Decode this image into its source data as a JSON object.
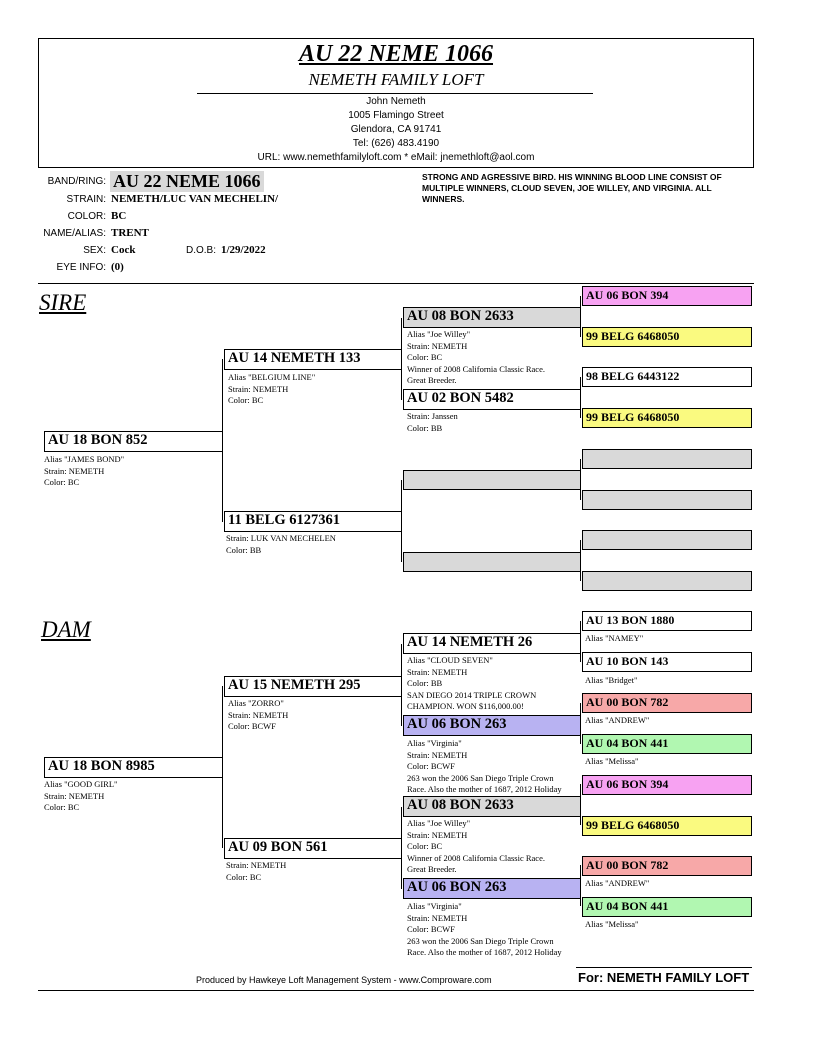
{
  "header": {
    "band": "AU 22 NEME 1066",
    "loft": "NEMETH FAMILY LOFT",
    "owner": "John Nemeth",
    "street": "1005 Flamingo Street",
    "city": "Glendora, CA 91741",
    "tel": "Tel: (626) 483.4190",
    "url_line": "URL: www.nemethfamilyloft.com * eMail: jnemethloft@aol.com"
  },
  "info": {
    "band_label": "BAND/RING:",
    "band_value": "AU 22 NEME 1066",
    "strain_label": "STRAIN:",
    "strain_value": "NEMETH/LUC VAN MECHELIN/",
    "color_label": "COLOR:",
    "color_value": "BC",
    "name_label": "NAME/ALIAS:",
    "name_value": "TRENT",
    "sex_label": "SEX:",
    "sex_value": "Cock",
    "dob_label": "D.O.B:",
    "dob_value": "1/29/2022",
    "eye_label": "EYE INFO:",
    "eye_value": "(0)",
    "notes": "STRONG AND AGRESSIVE BIRD. HIS WINNING BLOOD LINE CONSIST OF MULTIPLE WINNERS, CLOUD SEVEN, JOE WILLEY, AND VIRGINIA. ALL WINNERS."
  },
  "sections": {
    "sire": "SIRE",
    "dam": "DAM"
  },
  "sire": {
    "band": "AU 18 BON 852",
    "alias": "Alias \"JAMES BOND\"",
    "strain": "Strain: NEMETH",
    "color": "Color: BC",
    "sire": {
      "band": "AU 14 NEMETH 133",
      "alias": "Alias \"BELGIUM LINE\"",
      "strain": "Strain: NEMETH",
      "color": "Color: BC"
    },
    "dam": {
      "band": "11 BELG 6127361",
      "strain": "Strain: LUK VAN MECHELEN",
      "color": "Color: BB"
    },
    "ss": {
      "band": "AU 08 BON 2633",
      "alias": "Alias \"Joe Willey\"",
      "strain": "Strain: NEMETH",
      "color": "Color: BC",
      "note1": "Winner of 2008 California Classic Race.",
      "note2": "Great Breeder."
    },
    "sd": {
      "band": "AU 02 BON 5482",
      "strain": "Strain: Janssen",
      "color": "Color: BB"
    },
    "sss": "AU 06 BON 394",
    "ssd": "99 BELG 6468050",
    "sds": "98 BELG 6443122",
    "sdd": "99 BELG 6468050"
  },
  "dam": {
    "band": "AU 18 BON 8985",
    "alias": "Alias \"GOOD GIRL\"",
    "strain": "Strain: NEMETH",
    "color": "Color: BC",
    "sire": {
      "band": "AU 15 NEMETH 295",
      "alias": "Alias \"ZORRO\"",
      "strain": "Strain: NEMETH",
      "color": "Color: BCWF"
    },
    "dam": {
      "band": "AU 09 BON 561",
      "strain": "Strain: NEMETH",
      "color": "Color: BC"
    },
    "ss": {
      "band": "AU 14 NEMETH 26",
      "alias": "Alias \"CLOUD SEVEN\"",
      "strain": "Strain: NEMETH",
      "color": "Color: BB",
      "note1": "SAN DIEGO 2014 TRIPLE CROWN",
      "note2": "CHAMPION. WON $116,000.00!"
    },
    "sd": {
      "band": "AU 06 BON 263",
      "alias": "Alias \"Virginia\"",
      "strain": "Strain: NEMETH",
      "color": "Color: BCWF",
      "note1": "263 won the 2006 San Diego Triple Crown",
      "note2": "Race. Also the mother of 1687, 2012 Holiday"
    },
    "ds": {
      "band": "AU 08 BON 2633",
      "alias": "Alias \"Joe Willey\"",
      "strain": "Strain: NEMETH",
      "color": "Color: BC",
      "note1": "Winner of 2008 California Classic Race.",
      "note2": "Great Breeder."
    },
    "dd": {
      "band": "AU 06 BON 263",
      "alias": "Alias \"Virginia\"",
      "strain": "Strain: NEMETH",
      "color": "Color: BCWF",
      "note1": "263 won the 2006 San Diego Triple Crown",
      "note2": "Race. Also the mother of 1687, 2012 Holiday"
    },
    "g1": {
      "band": "AU 13 BON 1880",
      "alias": "Alias \"NAMEY\""
    },
    "g2": {
      "band": "AU 10 BON 143",
      "alias": "Alias \"Bridget\""
    },
    "g3": {
      "band": "AU 00 BON 782",
      "alias": "Alias \"ANDREW\""
    },
    "g4": {
      "band": "AU 04 BON 441",
      "alias": "Alias \"Melissa\""
    },
    "g5": {
      "band": "AU 06 BON 394"
    },
    "g6": {
      "band": "99 BELG 6468050"
    },
    "g7": {
      "band": "AU 00 BON 782",
      "alias": "Alias \"ANDREW\""
    },
    "g8": {
      "band": "AU 04 BON 441",
      "alias": "Alias \"Melissa\""
    }
  },
  "footer": {
    "produced": "Produced by Hawkeye Loft Management System - www.Comproware.com",
    "for": "For: NEMETH FAMILY LOFT"
  },
  "colors": {
    "pink": "#f7a2f2",
    "yellow": "#fafa80",
    "salmon": "#f7a8a8",
    "green": "#b1f7b1",
    "purple": "#b8b2f2",
    "gray": "#d9d9d9"
  }
}
